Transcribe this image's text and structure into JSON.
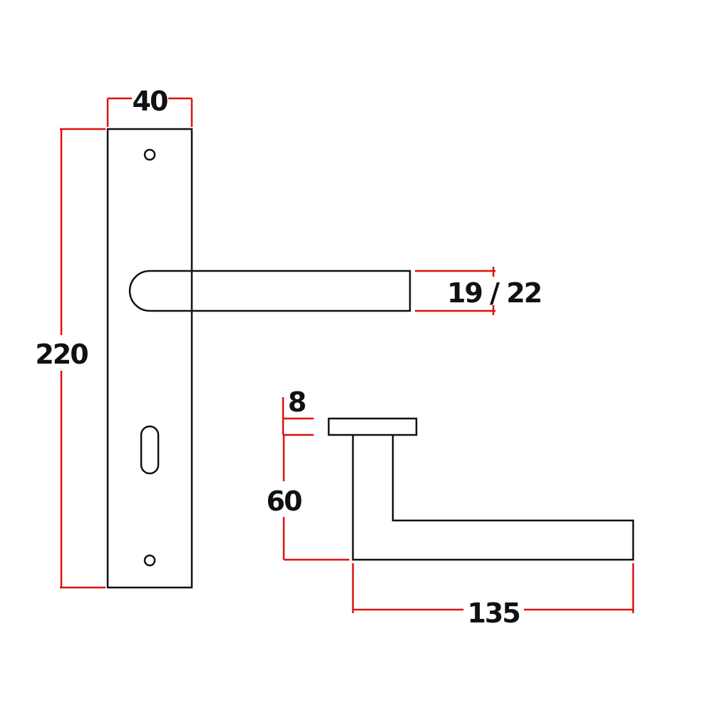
{
  "colors": {
    "outline": "#111111",
    "dimension_line": "#dd1111",
    "background": "#ffffff"
  },
  "dimensions": {
    "plate_width": "40",
    "plate_height": "220",
    "lever_diameter": "19 / 22",
    "rose_thickness": "8",
    "lever_projection": "60",
    "lever_length": "135"
  }
}
